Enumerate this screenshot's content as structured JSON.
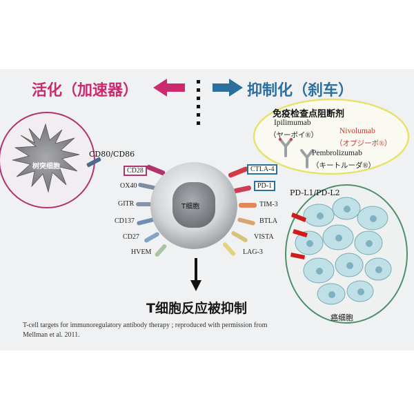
{
  "header": {
    "left_title": "活化（加速器）",
    "right_title": "抑制化（刹车）"
  },
  "cells": {
    "dendritic_cell": "树突细胞",
    "t_cell": "T细胞",
    "cancer_cell": "癌细胞"
  },
  "ligands": {
    "left": "CD80/CD86",
    "right": "PD-L1/PD-L2"
  },
  "receptors_left": [
    "CD28",
    "OX40",
    "GITR",
    "CD137",
    "CD27",
    "HVEM"
  ],
  "receptors_right": [
    "CTLA-4",
    "PD-1",
    "TIM-3",
    "BTLA",
    "VISTA",
    "LAG-3"
  ],
  "checkpoint": {
    "title": "免疫检查点阻断剂",
    "ipilimumab": "Ipilimumab",
    "ipilimumab_jp": "（ヤーボイ®）",
    "nivolumab": "Nivolumab",
    "nivolumab_jp": "（オプジーボ®）",
    "pembrolizumab": "Pembrolizumab",
    "pembrolizumab_jp": "（キートルーダ®）"
  },
  "result": "T细胞反应被抑制",
  "caption": {
    "line1": "T-cell targets for immunoregulatory antibody therapy ; reproduced with permission from",
    "line2": "Mellman et al. 2011."
  },
  "colors": {
    "magenta": "#cc2a6e",
    "blue": "#2a6f9e",
    "yellow_border": "#e8e26a",
    "green_border": "#4c8f6a",
    "red_arrow": "#d11a1a"
  }
}
